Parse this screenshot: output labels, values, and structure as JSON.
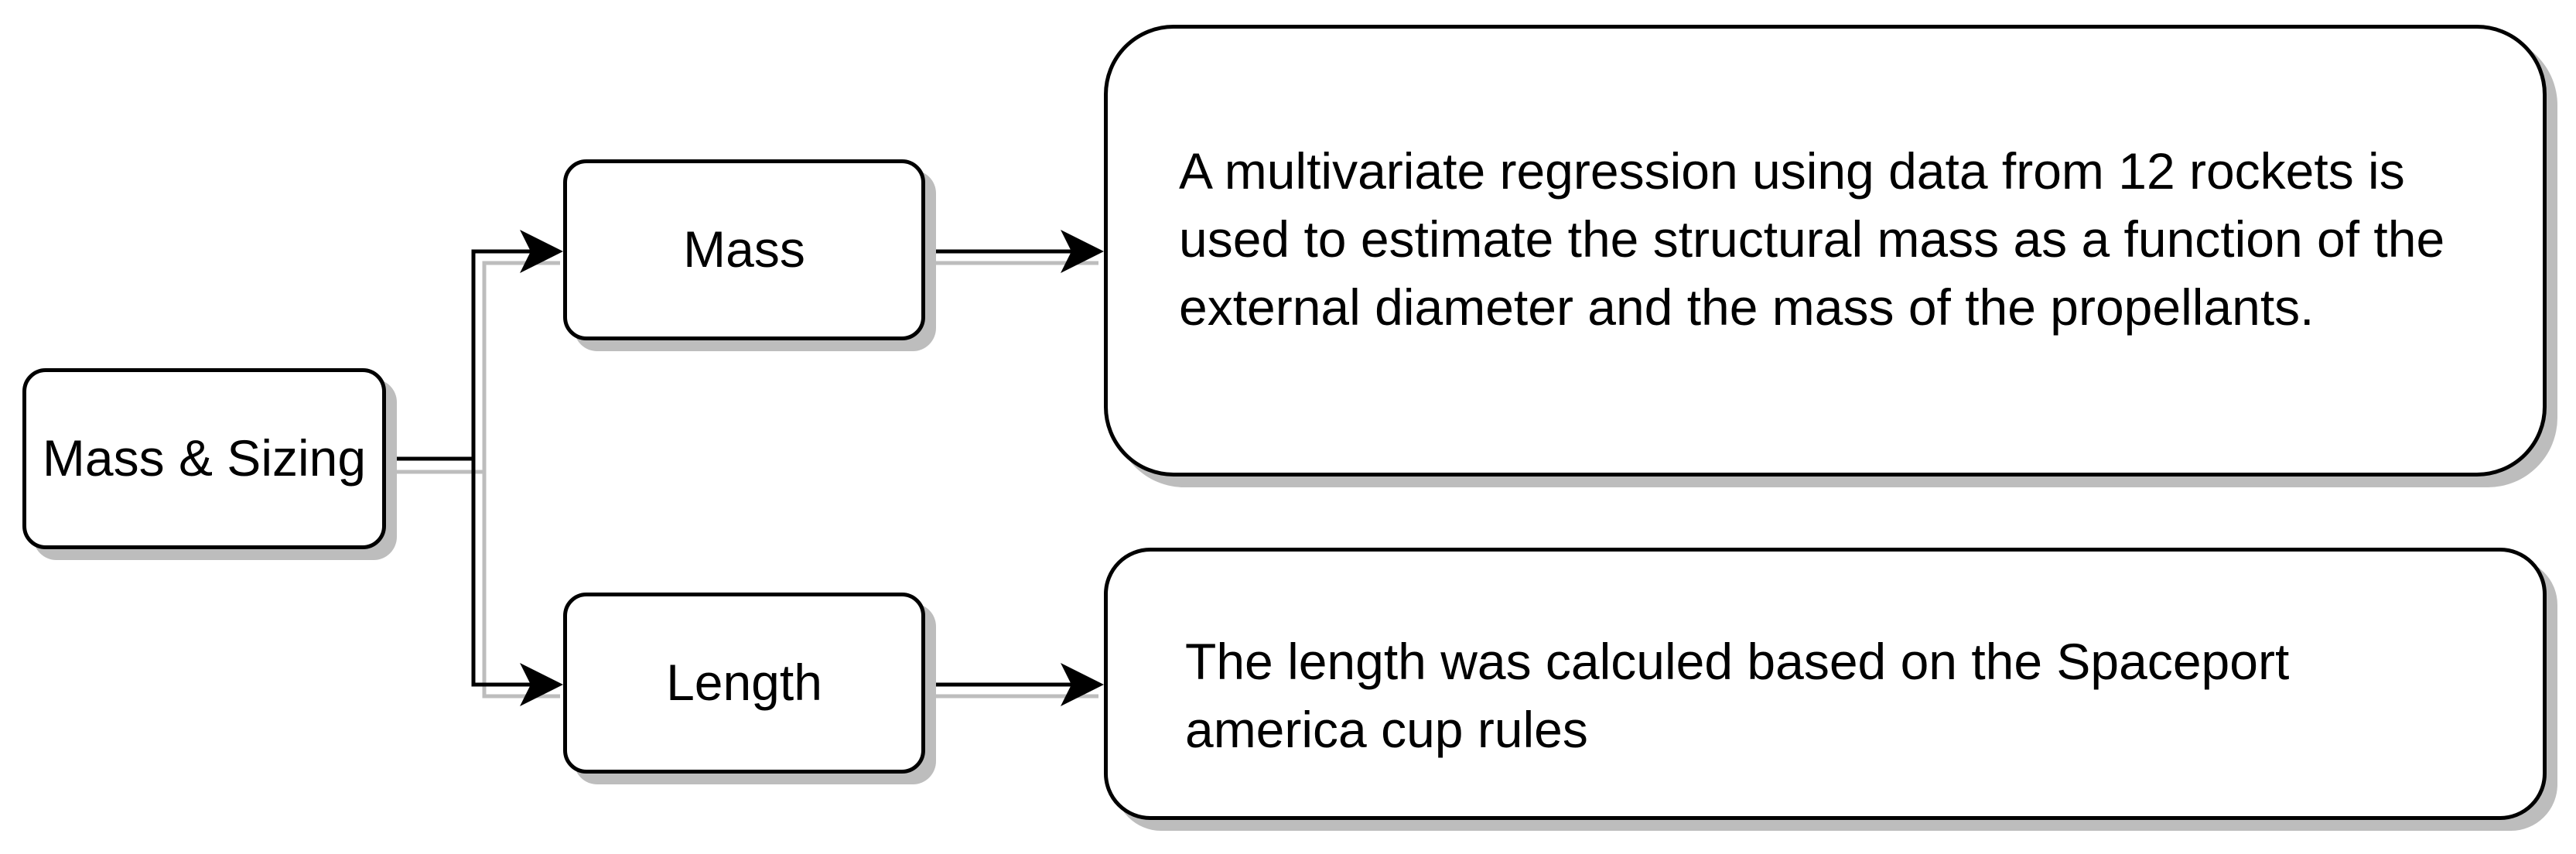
{
  "nodes": {
    "root": "Mass & Sizing",
    "mass": "Mass",
    "length": "Length",
    "mass_description": "A multivariate regression using data from 12 rockets is used to estimate the structural mass as a function of the external diameter and the mass of the propellants.",
    "length_description": "The length was calculed based on the Spaceport america cup rules"
  },
  "edges": [
    {
      "from": "root",
      "to": "mass"
    },
    {
      "from": "root",
      "to": "length"
    },
    {
      "from": "mass",
      "to": "mass_description"
    },
    {
      "from": "length",
      "to": "length_description"
    }
  ],
  "colors": {
    "stroke": "#000000",
    "shadow": "#bdbdbd",
    "fill": "#ffffff"
  }
}
